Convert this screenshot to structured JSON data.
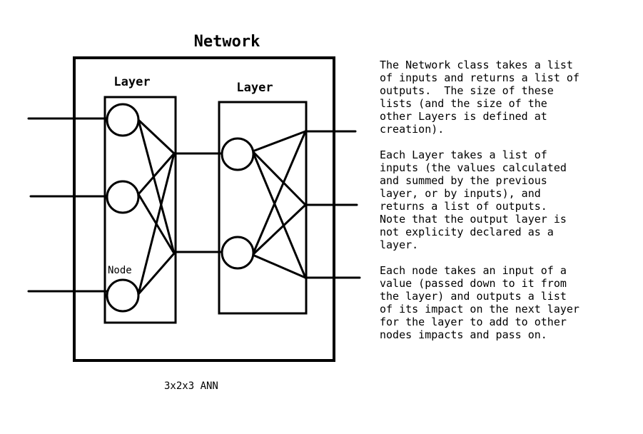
{
  "diagram": {
    "title": "Network",
    "layer_label": "Layer",
    "node_label": "Node",
    "caption": "3x2x3 ANN"
  },
  "description": {
    "paragraph_1": "The Network class takes a list\nof inputs and returns a list of\noutputs.  The size of these\nlists (and the size of the\nother Layers is defined at\ncreation).",
    "paragraph_2": "Each Layer takes a list of\ninputs (the values calculated\nand summed by the previous\nlayer, or by inputs), and\nreturns a list of outputs.\nNote that the output layer is\nnot explicity declared as a\nlayer.",
    "paragraph_3": "Each node takes an input of a\nvalue (passed down to it from\nthe layer) and outputs a list\nof its impact on the next layer\nfor the layer to add to other\nnodes impacts and pass on."
  }
}
